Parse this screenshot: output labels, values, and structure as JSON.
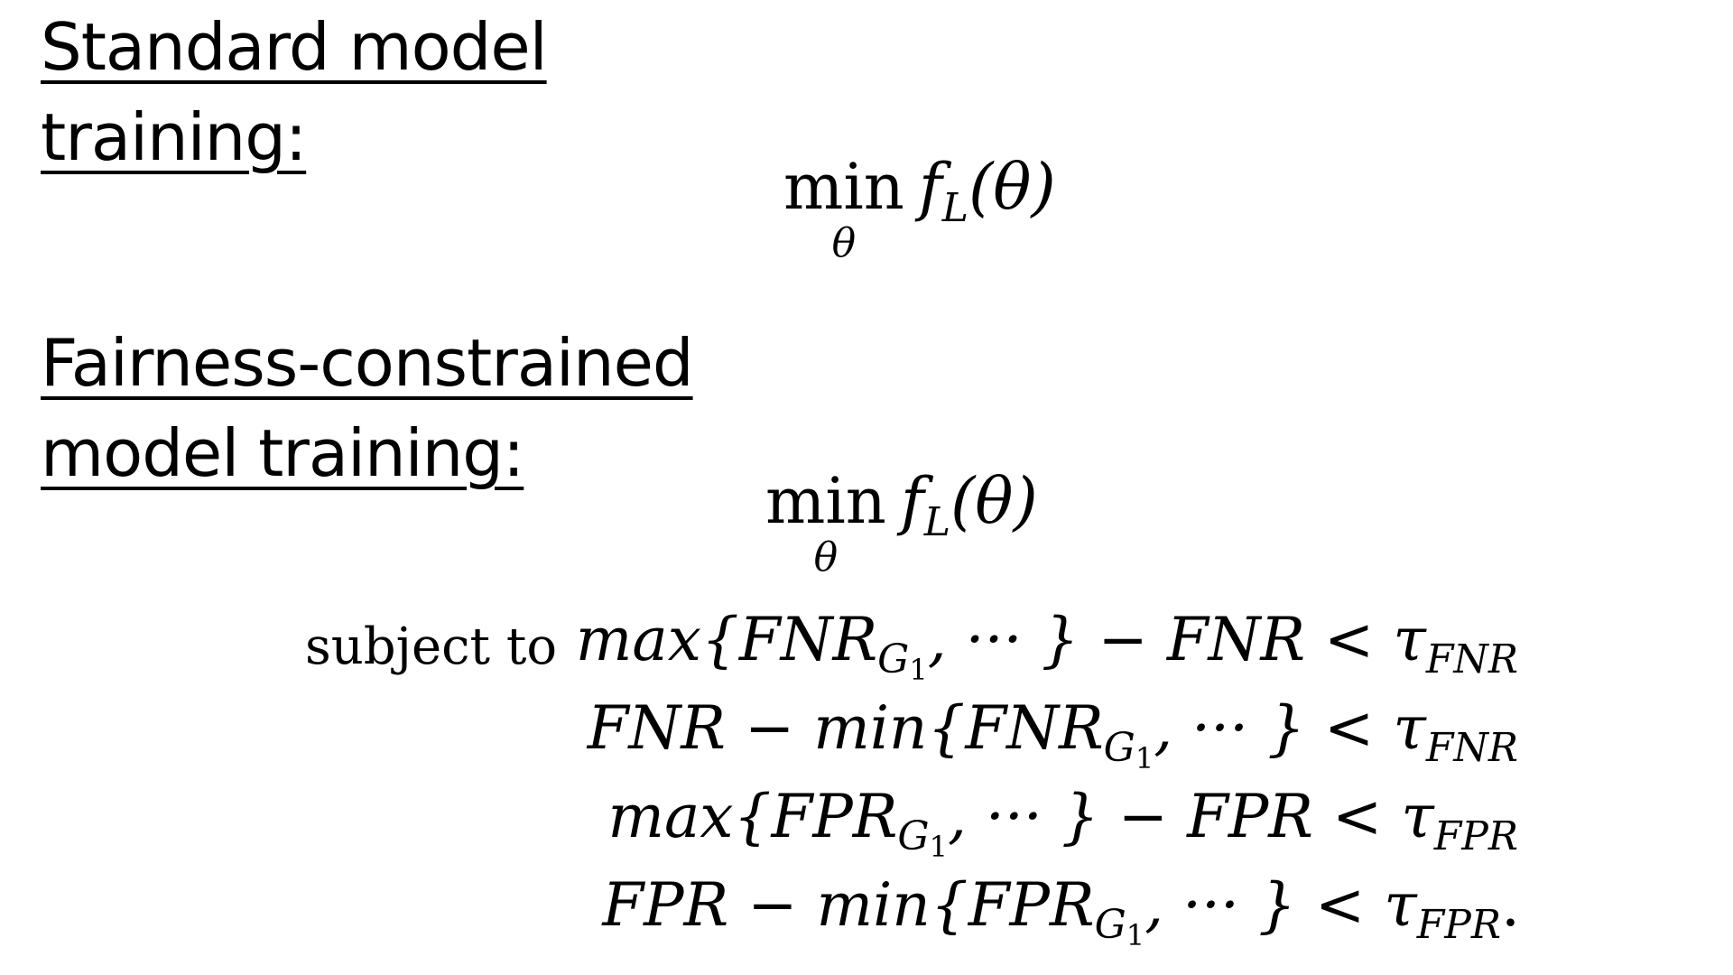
{
  "headings": {
    "standard": {
      "line1": "Standard model",
      "line2": "training:"
    },
    "fairness": {
      "line1": "Fairness-constrained",
      "line2": "model training:"
    }
  },
  "objective": {
    "operator": "min",
    "variable": "θ",
    "function": "f",
    "function_subscript": "L",
    "argument": "(θ)"
  },
  "subject_to_label": "subject to",
  "constraints": [
    {
      "lhs": "max{FNR",
      "group": "G",
      "group_index": "1",
      "mid": ", ··· } − FNR < τ",
      "tau_sub": "FNR",
      "end": ""
    },
    {
      "lhs": "FNR − min{FNR",
      "group": "G",
      "group_index": "1",
      "mid": ", ··· } < τ",
      "tau_sub": "FNR",
      "end": ""
    },
    {
      "lhs": "max{FPR",
      "group": "G",
      "group_index": "1",
      "mid": ", ··· } − FPR < τ",
      "tau_sub": "FPR",
      "end": ""
    },
    {
      "lhs": "FPR − min{FPR",
      "group": "G",
      "group_index": "1",
      "mid": ", ··· } < τ",
      "tau_sub": "FPR",
      "end": "."
    }
  ]
}
